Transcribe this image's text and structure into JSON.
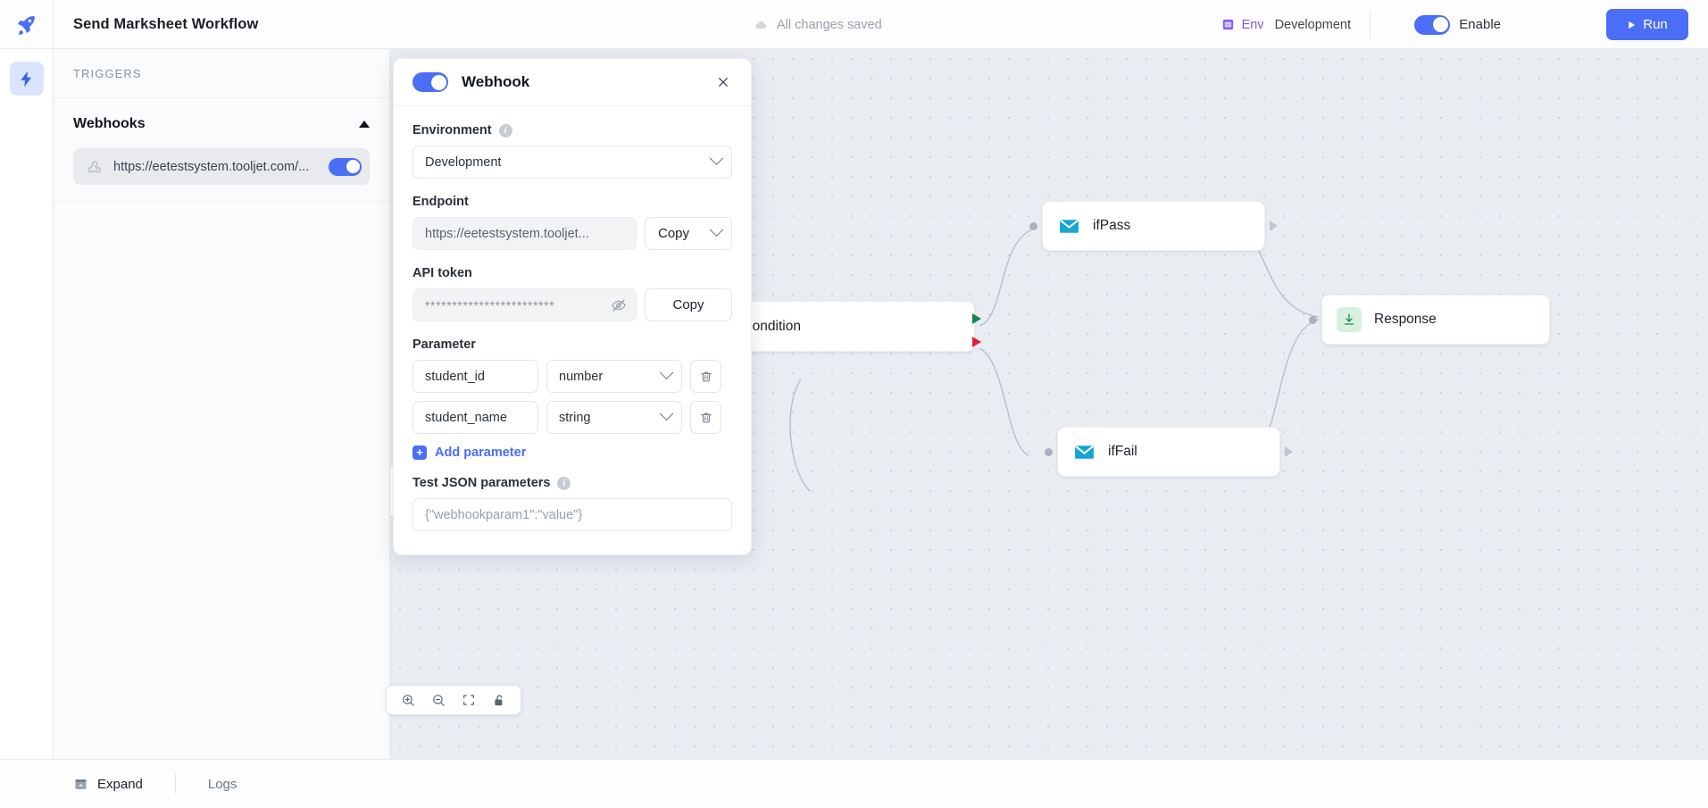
{
  "topbar": {
    "logo_icon": "rocket-icon",
    "title": "Send Marksheet Workflow",
    "save_status": "All changes saved",
    "save_icon": "cloud-saved-icon",
    "env_icon": "variable-icon",
    "env_label": "Env",
    "env_value": "Development",
    "enable_label": "Enable",
    "enable_toggle_on": true,
    "run_label": "Run",
    "run_icon": "play-icon",
    "accent_color": "#4a6ef5",
    "env_color": "#7d5bd6"
  },
  "rail": {
    "items": [
      {
        "icon": "lightning-bolt-icon",
        "active": true
      }
    ]
  },
  "panel": {
    "heading": "TRIGGERS",
    "section": {
      "title": "Webhooks",
      "collapse_icon": "caret-up-icon",
      "items": [
        {
          "icon": "webhook-icon",
          "url": "https://eetestsystem.tooljet.com/...",
          "toggle_on": true
        }
      ]
    }
  },
  "modal": {
    "title": "Webhook",
    "enabled": true,
    "close_icon": "close-icon",
    "environment": {
      "label": "Environment",
      "info_icon": "info-icon",
      "value": "Development",
      "chevron_icon": "chevron-down-icon"
    },
    "endpoint": {
      "label": "Endpoint",
      "value": "https://eetestsystem.tooljet...",
      "copy_label": "Copy",
      "chevron_icon": "chevron-down-icon"
    },
    "api_token": {
      "label": "API token",
      "masked_value": "************************",
      "eye_icon": "eye-off-icon",
      "copy_label": "Copy"
    },
    "parameter": {
      "label": "Parameter",
      "rows": [
        {
          "name": "student_id",
          "type": "number",
          "delete_icon": "trash-icon"
        },
        {
          "name": "student_name",
          "type": "string",
          "delete_icon": "trash-icon"
        }
      ],
      "add_label": "Add parameter",
      "add_icon": "plus-square-icon"
    },
    "test_json": {
      "label": "Test JSON parameters",
      "info_icon": "info-icon",
      "placeholder": "{\"webhookparam1\":\"value\"}"
    }
  },
  "canvas": {
    "nodes": [
      {
        "label": "ifPass",
        "icon": "mail-icon",
        "icon_color": "#15a5d6"
      },
      {
        "label": "If condition",
        "icon": "git-branch-icon",
        "icon_color": "#9aa1ad"
      },
      {
        "label": "ifFail",
        "icon": "mail-icon",
        "icon_color": "#15a5d6"
      },
      {
        "label": "Response",
        "icon": "response-download-icon",
        "icon_color": "#1f8a4c"
      }
    ],
    "tools": [
      {
        "icon": "zoom-in-icon"
      },
      {
        "icon": "zoom-out-icon"
      },
      {
        "icon": "fit-view-icon"
      },
      {
        "icon": "lock-open-icon"
      }
    ]
  },
  "bottombar": {
    "expand_label": "Expand",
    "expand_icon": "expand-panel-icon",
    "logs_label": "Logs"
  }
}
